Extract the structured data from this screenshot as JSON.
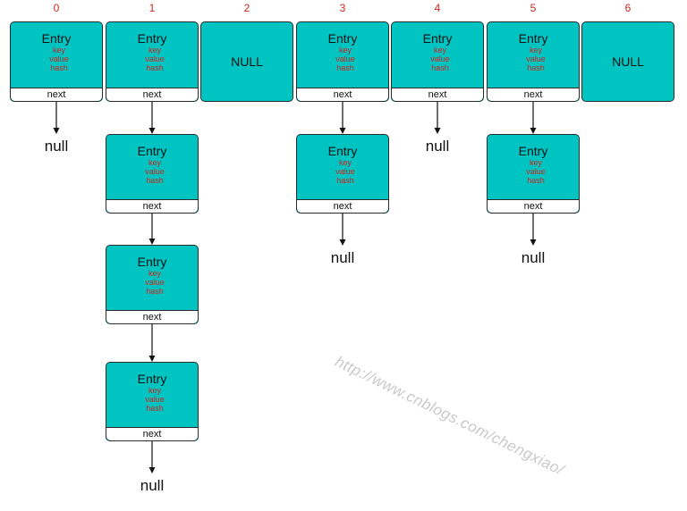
{
  "columns": [
    {
      "index": "0",
      "slot": "entry",
      "chain_length": 1
    },
    {
      "index": "1",
      "slot": "entry",
      "chain_length": 4
    },
    {
      "index": "2",
      "slot": "null"
    },
    {
      "index": "3",
      "slot": "entry",
      "chain_length": 2
    },
    {
      "index": "4",
      "slot": "entry",
      "chain_length": 1
    },
    {
      "index": "5",
      "slot": "entry",
      "chain_length": 2
    },
    {
      "index": "6",
      "slot": "null"
    }
  ],
  "entry": {
    "title": "Entry",
    "fields": [
      "key",
      "value",
      "hash"
    ],
    "next_label": "next"
  },
  "null_slot_label": "NULL",
  "chain_end_label": "null",
  "watermark": "http://www.cnblogs.com/chengxiao/",
  "colors": {
    "box_fill": "#00c4c2",
    "index_text": "#d0271d",
    "field_text": "#d0271d",
    "border": "#2a2a2a"
  }
}
